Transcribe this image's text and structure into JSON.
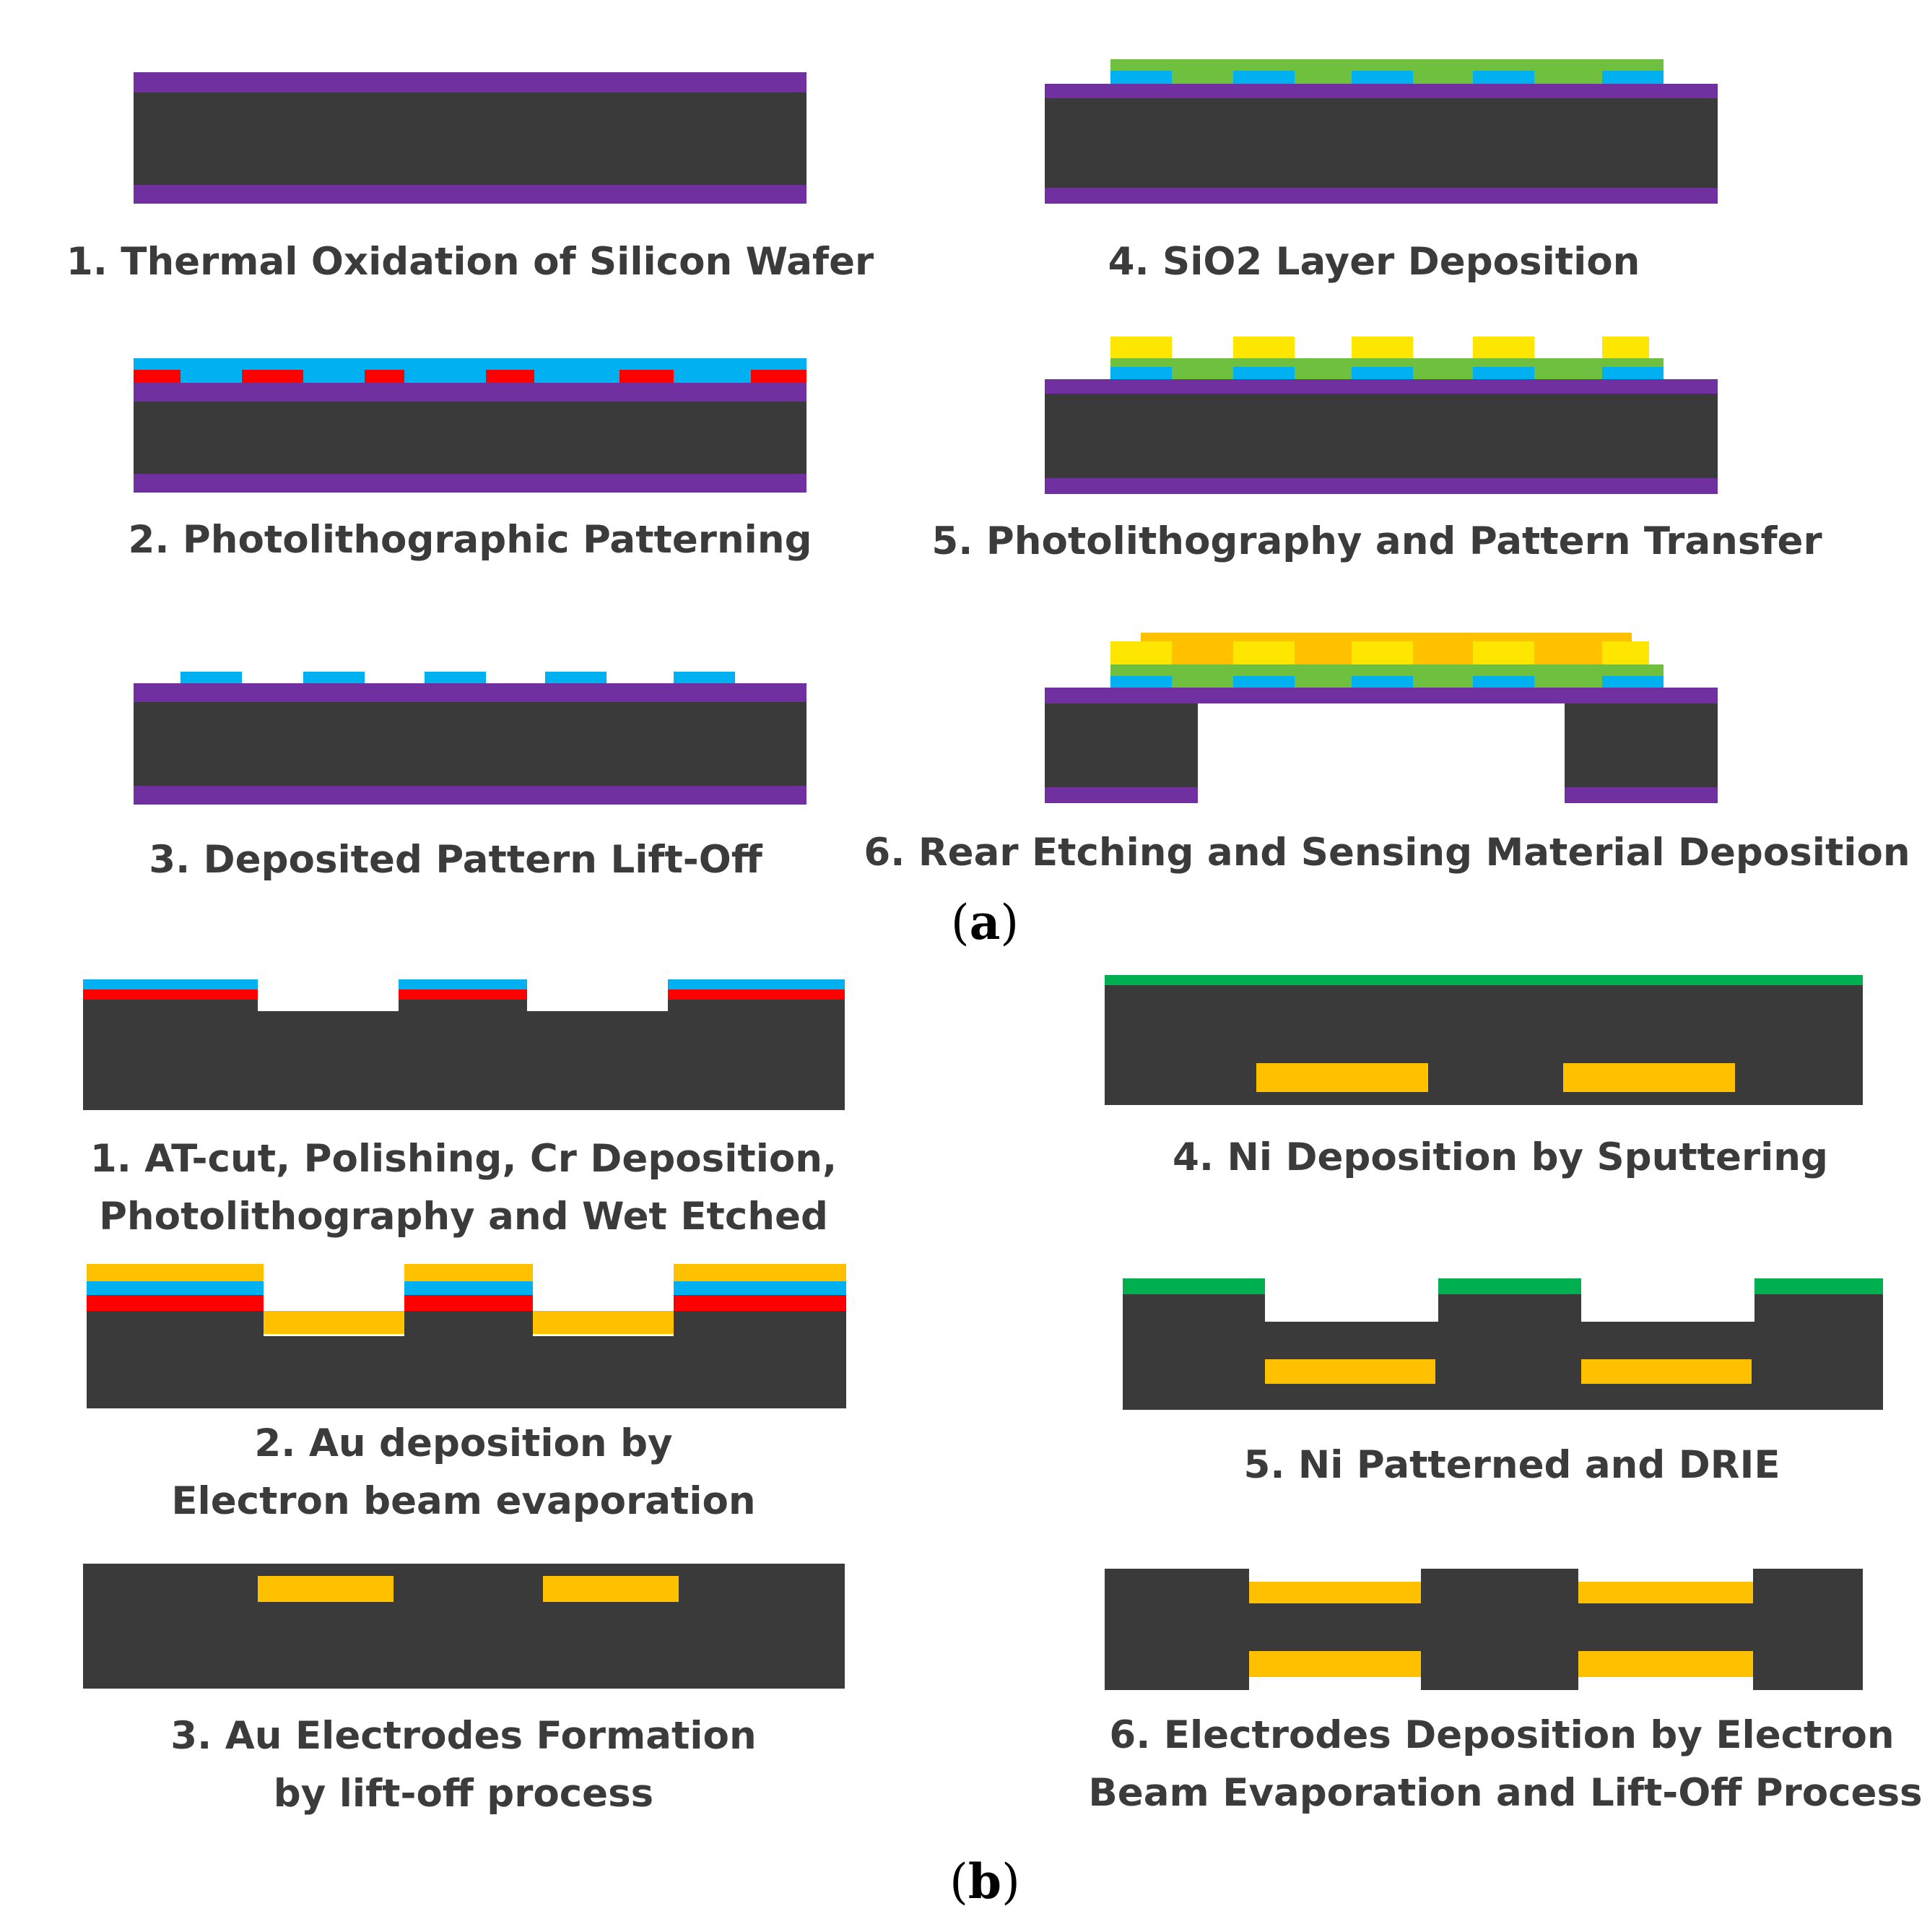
{
  "colors": {
    "silicon": "#3a3a3a",
    "oxide": "#7030a0",
    "blue": "#00b0f0",
    "red": "#ff0000",
    "green_sio2": "#70c040",
    "yellow": "#ffe600",
    "gold": "#ffc000",
    "nickel": "#00b050"
  },
  "panel_a": {
    "label_letter": "a",
    "steps": [
      {
        "caption": [
          "1. Thermal Oxidation of Silicon Wafer"
        ]
      },
      {
        "caption": [
          "2. Photolithographic Patterning"
        ]
      },
      {
        "caption": [
          "3. Deposited Pattern Lift-Off"
        ]
      },
      {
        "caption": [
          "4. SiO2 Layer Deposition"
        ]
      },
      {
        "caption": [
          "5. Photolithography and Pattern Transfer"
        ]
      },
      {
        "caption": [
          "6. Rear Etching and Sensing Material Deposition"
        ]
      }
    ]
  },
  "panel_b": {
    "label_letter": "b",
    "steps": [
      {
        "caption": [
          "1. AT-cut, Polishing, Cr Deposition,",
          "Photolithography and Wet Etched"
        ]
      },
      {
        "caption": [
          "2. Au deposition by",
          "Electron beam evaporation"
        ]
      },
      {
        "caption": [
          "3. Au Electrodes Formation",
          "by lift-off process"
        ]
      },
      {
        "caption": [
          "4. Ni Deposition by Sputtering"
        ]
      },
      {
        "caption": [
          "5. Ni Patterned and DRIE"
        ]
      },
      {
        "caption": [
          "6. Electrodes Deposition by Electron",
          "Beam Evaporation and Lift-Off Process"
        ]
      }
    ]
  }
}
